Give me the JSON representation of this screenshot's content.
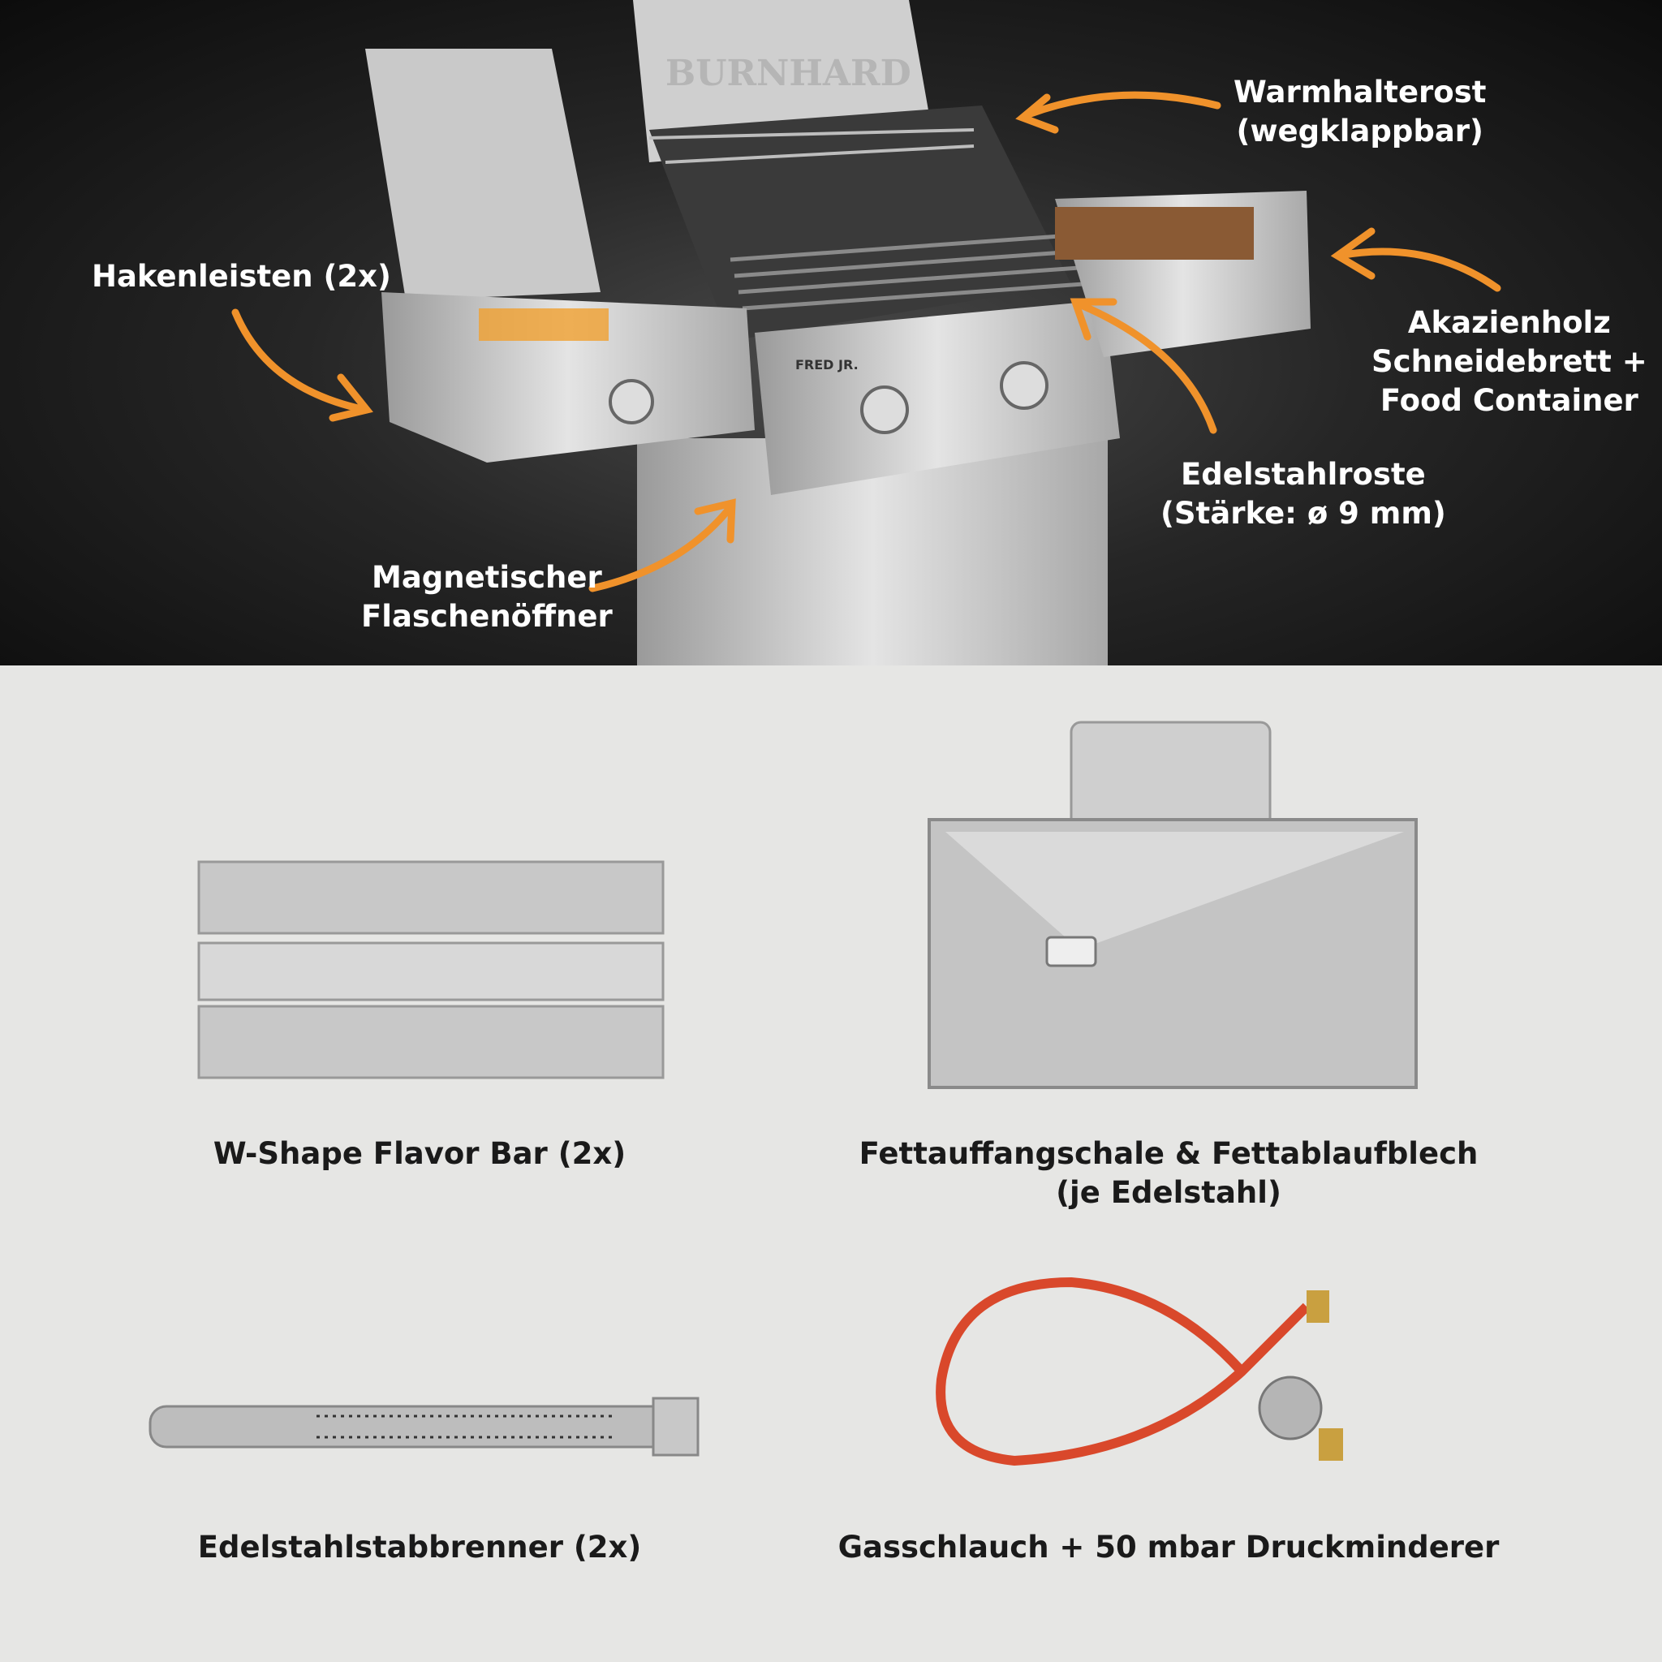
{
  "callouts": {
    "warming_rack": [
      "Warmhalterost",
      "(wegklappbar)"
    ],
    "hook_bars": "Hakenleisten (2x)",
    "cutting_board": [
      "Akazienholz",
      "Schneidebrett +",
      "Food Container"
    ],
    "grates": [
      "Edelstahlroste",
      "(Stärke: ø 9 mm)"
    ],
    "bottle_opener": [
      "Magnetischer",
      "Flaschenöffner"
    ]
  },
  "product": {
    "brand_mark": "BURNHARD",
    "model_badge": "FRED JR."
  },
  "accessories": {
    "flavor_bar": "W-Shape Flavor Bar (2x)",
    "grease_tray": [
      "Fettauffangschale & Fettablaufblech",
      "(je Edelstahl)"
    ],
    "burner": "Edelstahlstabbrenner (2x)",
    "gas_hose": "Gasschlauch + 50 mbar Druckminderer"
  },
  "colors": {
    "accent_arrow": "#f0922b",
    "hose": "#d9482b"
  }
}
